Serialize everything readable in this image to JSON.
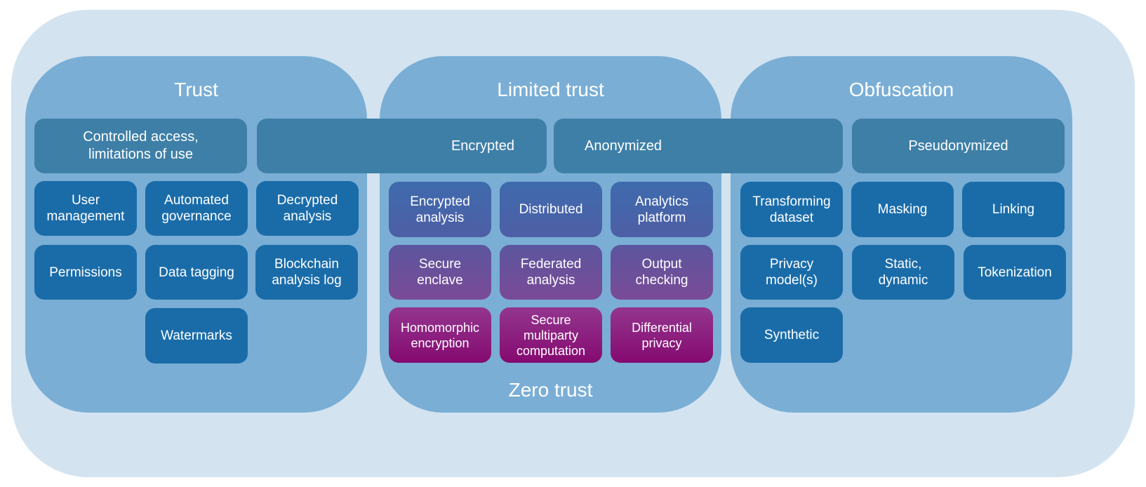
{
  "panels": {
    "trust": {
      "title": "Trust"
    },
    "limited": {
      "title": "Limited trust",
      "footer": "Zero trust"
    },
    "obfuscation": {
      "title": "Obfuscation"
    }
  },
  "headers": {
    "controlled": "Controlled access,\nlimitations of use",
    "encrypted": "Encrypted",
    "anonymized": "Anonymized",
    "pseudonymized": "Pseudonymized"
  },
  "trust_boxes": {
    "user_management": "User\nmanagement",
    "automated_governance": "Automated\ngovernance",
    "decrypted_analysis": "Decrypted\nanalysis",
    "permissions": "Permissions",
    "data_tagging": "Data tagging",
    "blockchain_log": "Blockchain\nanalysis log",
    "watermarks": "Watermarks"
  },
  "limited_boxes": {
    "encrypted_analysis": "Encrypted\nanalysis",
    "distributed": "Distributed",
    "analytics_platform": "Analytics\nplatform",
    "secure_enclave": "Secure\nenclave",
    "federated_analysis": "Federated\nanalysis",
    "output_checking": "Output\nchecking",
    "homomorphic_encryption": "Homomorphic\nencryption",
    "secure_multiparty": "Secure\nmultiparty\ncomputation",
    "differential_privacy": "Differential\nprivacy"
  },
  "obfuscation_boxes": {
    "transforming_dataset": "Transforming\ndataset",
    "masking": "Masking",
    "linking": "Linking",
    "privacy_models": "Privacy\nmodel(s)",
    "static_dynamic": "Static,\ndynamic",
    "tokenization": "Tokenization",
    "synthetic": "Synthetic"
  },
  "colors": {
    "outer_background": "#d3e3f0",
    "panel": "#7aaed5",
    "header_box": "#3e7fa7",
    "box_blue": "#1a6ca9",
    "gradient_top": "#3e6bad",
    "gradient_bottom": "#850a70"
  }
}
